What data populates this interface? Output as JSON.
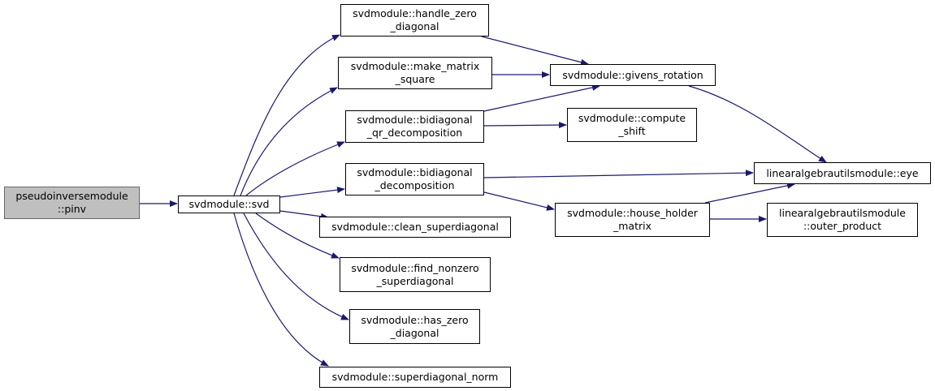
{
  "colors": {
    "edge": "#191970",
    "root_fill": "#bfbfbf",
    "node_fill": "#ffffff",
    "border": "#000000"
  },
  "nodes": {
    "pinv": [
      "pseudoinversemodule",
      "::pinv"
    ],
    "svd": [
      "svdmodule::svd"
    ],
    "handle_zero_diagonal": [
      "svdmodule::handle_zero",
      "_diagonal"
    ],
    "make_matrix_square": [
      "svdmodule::make_matrix",
      "_square"
    ],
    "bidiagonal_qr_decomposition": [
      "svdmodule::bidiagonal",
      "_qr_decomposition"
    ],
    "bidiagonal_decomposition": [
      "svdmodule::bidiagonal",
      "_decomposition"
    ],
    "clean_superdiagonal": [
      "svdmodule::clean_superdiagonal"
    ],
    "find_nonzero_superdiagonal": [
      "svdmodule::find_nonzero",
      "_superdiagonal"
    ],
    "has_zero_diagonal": [
      "svdmodule::has_zero",
      "_diagonal"
    ],
    "superdiagonal_norm": [
      "svdmodule::superdiagonal_norm"
    ],
    "givens_rotation": [
      "svdmodule::givens_rotation"
    ],
    "compute_shift": [
      "svdmodule::compute",
      "_shift"
    ],
    "house_holder_matrix": [
      "svdmodule::house_holder",
      "_matrix"
    ],
    "eye": [
      "linearalgebrautilsmodule::eye"
    ],
    "outer_product": [
      "linearalgebrautilsmodule",
      "::outer_product"
    ]
  },
  "edges": [
    [
      "pinv",
      "svd"
    ],
    [
      "svd",
      "handle_zero_diagonal"
    ],
    [
      "svd",
      "make_matrix_square"
    ],
    [
      "svd",
      "bidiagonal_qr_decomposition"
    ],
    [
      "svd",
      "bidiagonal_decomposition"
    ],
    [
      "svd",
      "clean_superdiagonal"
    ],
    [
      "svd",
      "find_nonzero_superdiagonal"
    ],
    [
      "svd",
      "has_zero_diagonal"
    ],
    [
      "svd",
      "superdiagonal_norm"
    ],
    [
      "handle_zero_diagonal",
      "givens_rotation"
    ],
    [
      "make_matrix_square",
      "givens_rotation"
    ],
    [
      "bidiagonal_qr_decomposition",
      "givens_rotation"
    ],
    [
      "bidiagonal_qr_decomposition",
      "compute_shift"
    ],
    [
      "givens_rotation",
      "eye"
    ],
    [
      "bidiagonal_decomposition",
      "eye"
    ],
    [
      "bidiagonal_decomposition",
      "house_holder_matrix"
    ],
    [
      "house_holder_matrix",
      "eye"
    ],
    [
      "house_holder_matrix",
      "outer_product"
    ]
  ]
}
